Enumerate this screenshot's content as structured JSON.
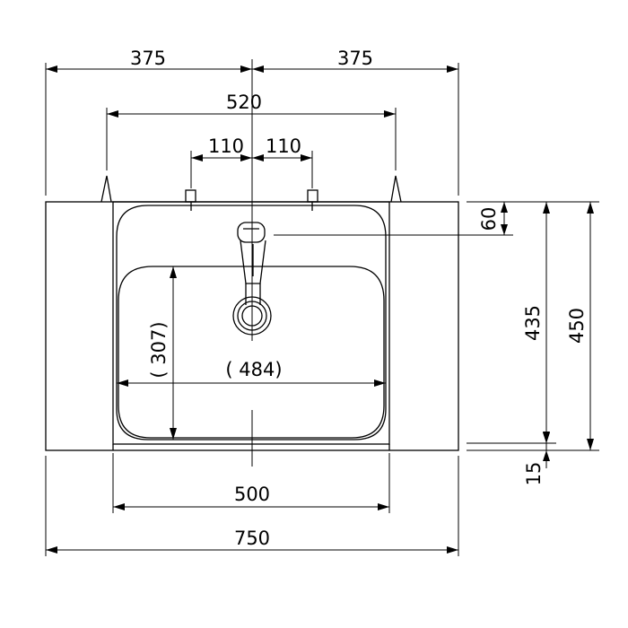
{
  "dimensions": {
    "top_left_half": "375",
    "top_right_half": "375",
    "faucet_mount_span": "520",
    "hole_offset_left": "110",
    "hole_offset_right": "110",
    "faucet_depth": "60",
    "bowl_depth": "435",
    "counter_depth": "450",
    "front_edge": "15",
    "bowl_inner_depth": "( 307)",
    "bowl_inner_width": "( 484)",
    "basin_width": "500",
    "overall_width": "750"
  },
  "colors": {
    "line": "#000000",
    "background": "#ffffff"
  }
}
